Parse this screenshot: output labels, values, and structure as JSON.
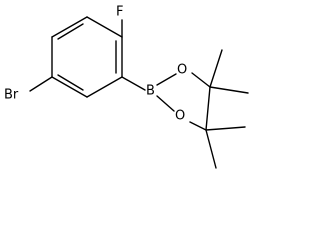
{
  "molecule": {
    "atoms": {
      "fluorine": "F",
      "bromine": "Br",
      "boron": "B",
      "oxygen_upper": "O",
      "oxygen_lower": "O"
    }
  }
}
